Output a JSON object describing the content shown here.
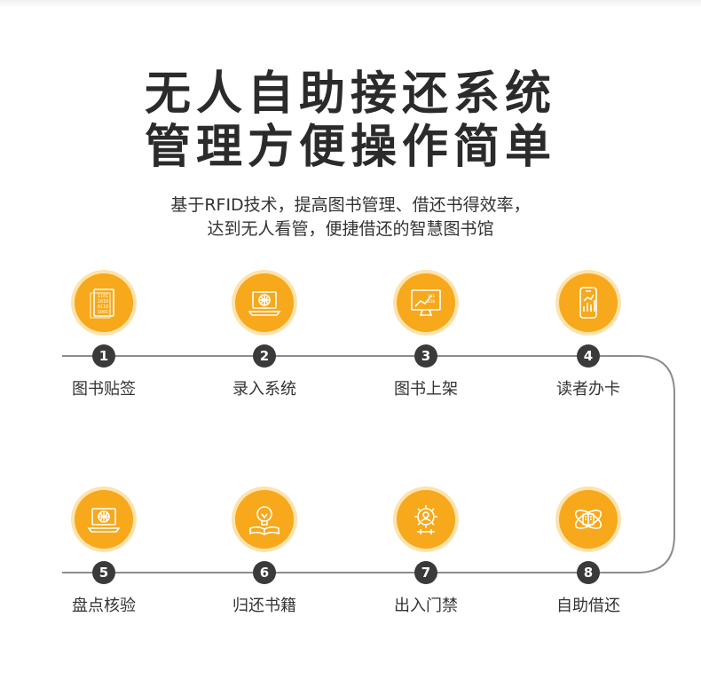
{
  "heading": {
    "line1": "无人自助接还系统",
    "line2": "管理方便操作简单"
  },
  "subheading": {
    "line1": "基于RFID技术，提高图书管理、借还书得效率，",
    "line2": "达到无人看管，便捷借还的智慧图书馆"
  },
  "colors": {
    "accent": "#f7a81b",
    "accent_light": "#fde3ad",
    "number_bg": "#3a3a3a",
    "line": "#8c8c8c"
  },
  "steps": [
    {
      "number": "1",
      "label": "图书贴签",
      "icon": "document-binary-icon"
    },
    {
      "number": "2",
      "label": "录入系统",
      "icon": "laptop-globe-icon"
    },
    {
      "number": "3",
      "label": "图书上架",
      "icon": "monitor-chart-icon"
    },
    {
      "number": "4",
      "label": "读者办卡",
      "icon": "smartphone-chart-icon"
    },
    {
      "number": "5",
      "label": "盘点核验",
      "icon": "laptop-globe-icon"
    },
    {
      "number": "6",
      "label": "归还书籍",
      "icon": "book-lightbulb-icon"
    },
    {
      "number": "7",
      "label": "出入门禁",
      "icon": "gear-user-icon"
    },
    {
      "number": "8",
      "label": "自助借还",
      "icon": "atom-book-icon"
    }
  ]
}
